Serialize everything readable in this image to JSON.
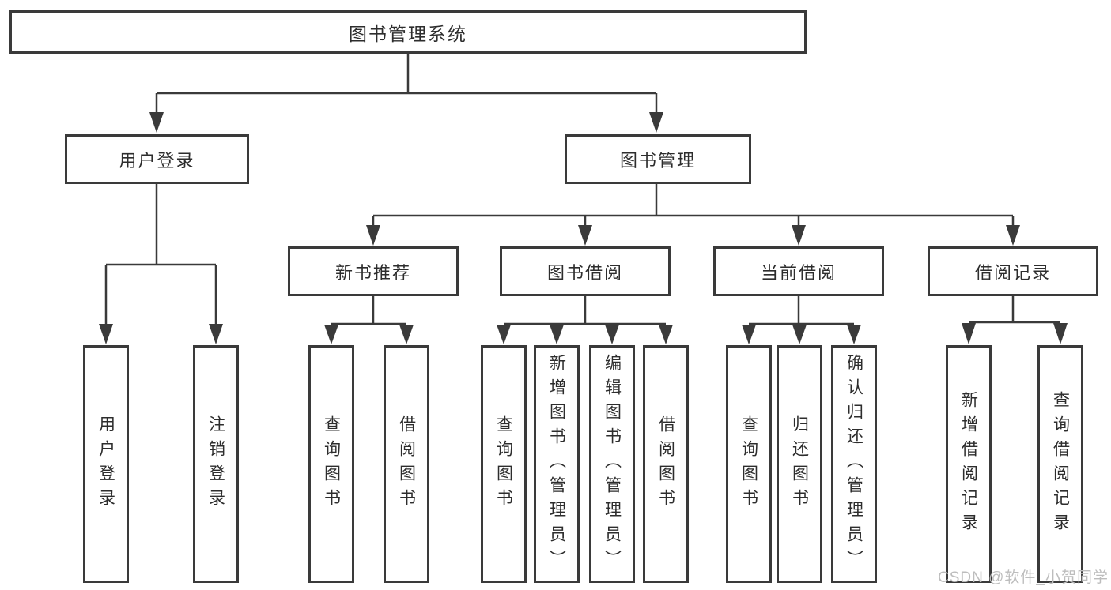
{
  "diagram": {
    "root": {
      "label": "图书管理系统"
    },
    "branches": [
      {
        "label": "用户登录",
        "children": [
          {
            "label": "用户登录"
          },
          {
            "label": "注销登录"
          }
        ]
      },
      {
        "label": "图书管理",
        "children": [
          {
            "label": "新书推荐",
            "children": [
              {
                "label": "查询图书"
              },
              {
                "label": "借阅图书"
              }
            ]
          },
          {
            "label": "图书借阅",
            "children": [
              {
                "label": "查询图书"
              },
              {
                "label": "新增图书（管理员）"
              },
              {
                "label": "编辑图书（管理员）"
              },
              {
                "label": "借阅图书"
              }
            ]
          },
          {
            "label": "当前借阅",
            "children": [
              {
                "label": "查询图书"
              },
              {
                "label": "归还图书"
              },
              {
                "label": "确认归还（管理员）"
              }
            ]
          },
          {
            "label": "借阅记录",
            "children": [
              {
                "label": "新增借阅记录"
              },
              {
                "label": "查询借阅记录"
              }
            ]
          }
        ]
      }
    ]
  },
  "watermark": {
    "text": "CSDN @软件_小贺同学"
  },
  "colors": {
    "background": "#ffffff",
    "box_border": "#3a3a3a",
    "connector_line": "#3a3a3a",
    "node_text": "#2d2d2d",
    "watermark_text": "#bdbdbd"
  }
}
